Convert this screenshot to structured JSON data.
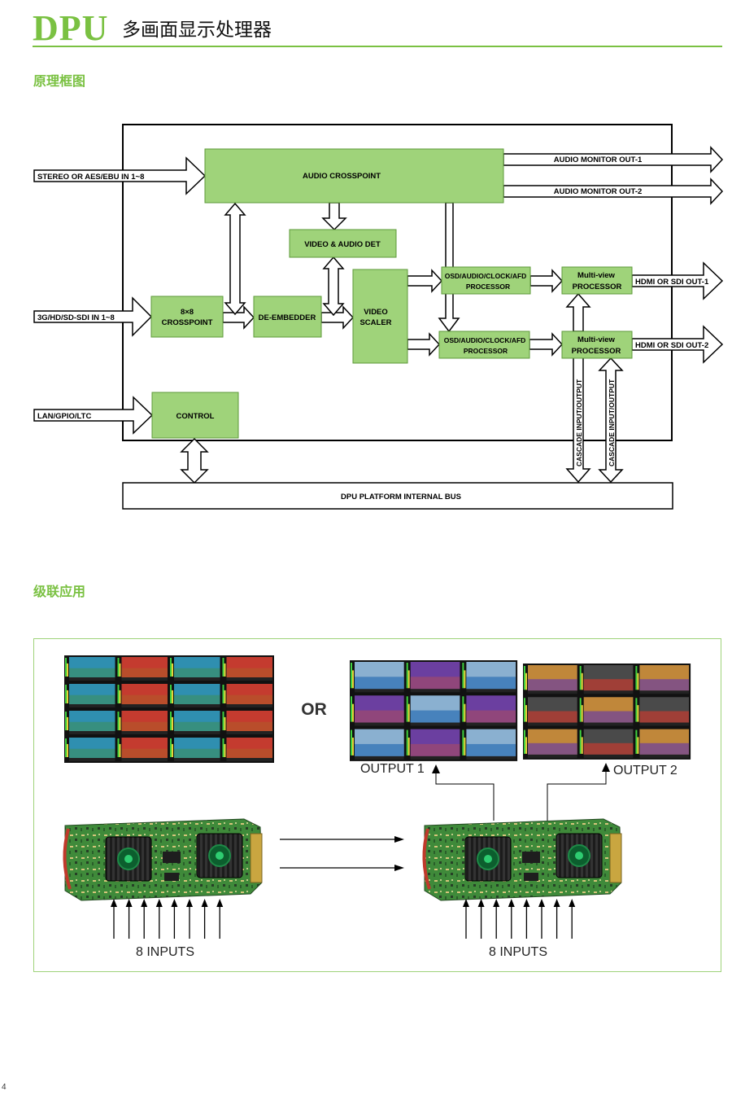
{
  "header": {
    "brand": "DPU",
    "subtitle": "多画面显示处理器"
  },
  "sections": {
    "block_diagram_title": "原理框图",
    "cascade_title": "级联应用"
  },
  "block_diagram": {
    "inputs": {
      "audio": "STEREO OR AES/EBU IN 1~8",
      "video": "3G/HD/SD-SDI IN 1~8",
      "control": "LAN/GPIO/LTC"
    },
    "blocks": {
      "audio_crosspoint": "AUDIO CROSSPOINT",
      "video_audio_det": "VIDEO & AUDIO DET",
      "crosspoint_line1": "8×8",
      "crosspoint_line2": "CROSSPOINT",
      "de_embedder": "DE-EMBEDDER",
      "scaler_line1": "VIDEO",
      "scaler_line2": "SCALER",
      "osd_line1": "OSD/AUDIO/CLOCK/AFD",
      "osd_line2": "PROCESSOR",
      "mv_line1": "Multi-view",
      "mv_line2": "PROCESSOR",
      "control": "CONTROL",
      "bus": "DPU PLATFORM INTERNAL BUS"
    },
    "outputs": {
      "audio_monitor_1": "AUDIO MONITOR OUT-1",
      "audio_monitor_2": "AUDIO MONITOR OUT-2",
      "hdmi_sdi_1": "HDMI OR SDI OUT-1",
      "hdmi_sdi_2": "HDMI OR SDI OUT-2"
    },
    "cascade_label": "CASCADE INPUT/OUTPUT",
    "colors": {
      "block_fill": "#9fd37a",
      "block_stroke": "#5e9a3a"
    }
  },
  "cascade": {
    "or_label": "OR",
    "output1": "OUTPUT 1",
    "output2": "OUTPUT 2",
    "inputs_left": "8 INPUTS",
    "inputs_right": "8 INPUTS"
  },
  "page_number": "4"
}
